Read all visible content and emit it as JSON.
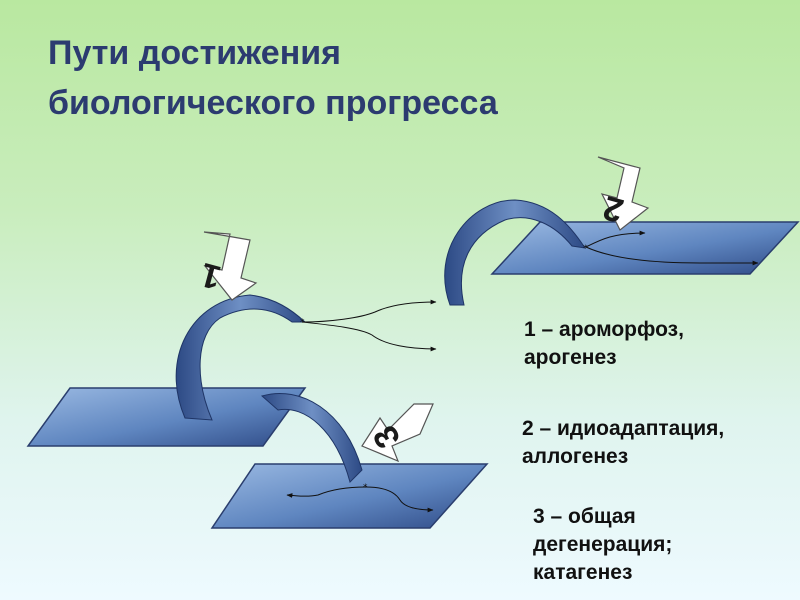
{
  "slide": {
    "title_lines": [
      "Пути достижения",
      "биологического прогресса"
    ],
    "legend": [
      {
        "lines": [
          "1 – ароморфоз,",
          "арогенез"
        ]
      },
      {
        "lines": [
          "2 – идиоадаптация,",
          "аллогенез"
        ]
      },
      {
        "lines": [
          "3 – общая",
          "дегенерация;",
          "катагенез"
        ]
      }
    ],
    "arrows": [
      {
        "label": "1"
      },
      {
        "label": "2"
      },
      {
        "label": "3"
      }
    ],
    "colors": {
      "title": "#2c3b70",
      "plane_dark": "#2e4a86",
      "plane_light": "#8fb0dc",
      "ribbon": "#3a5a94"
    }
  }
}
